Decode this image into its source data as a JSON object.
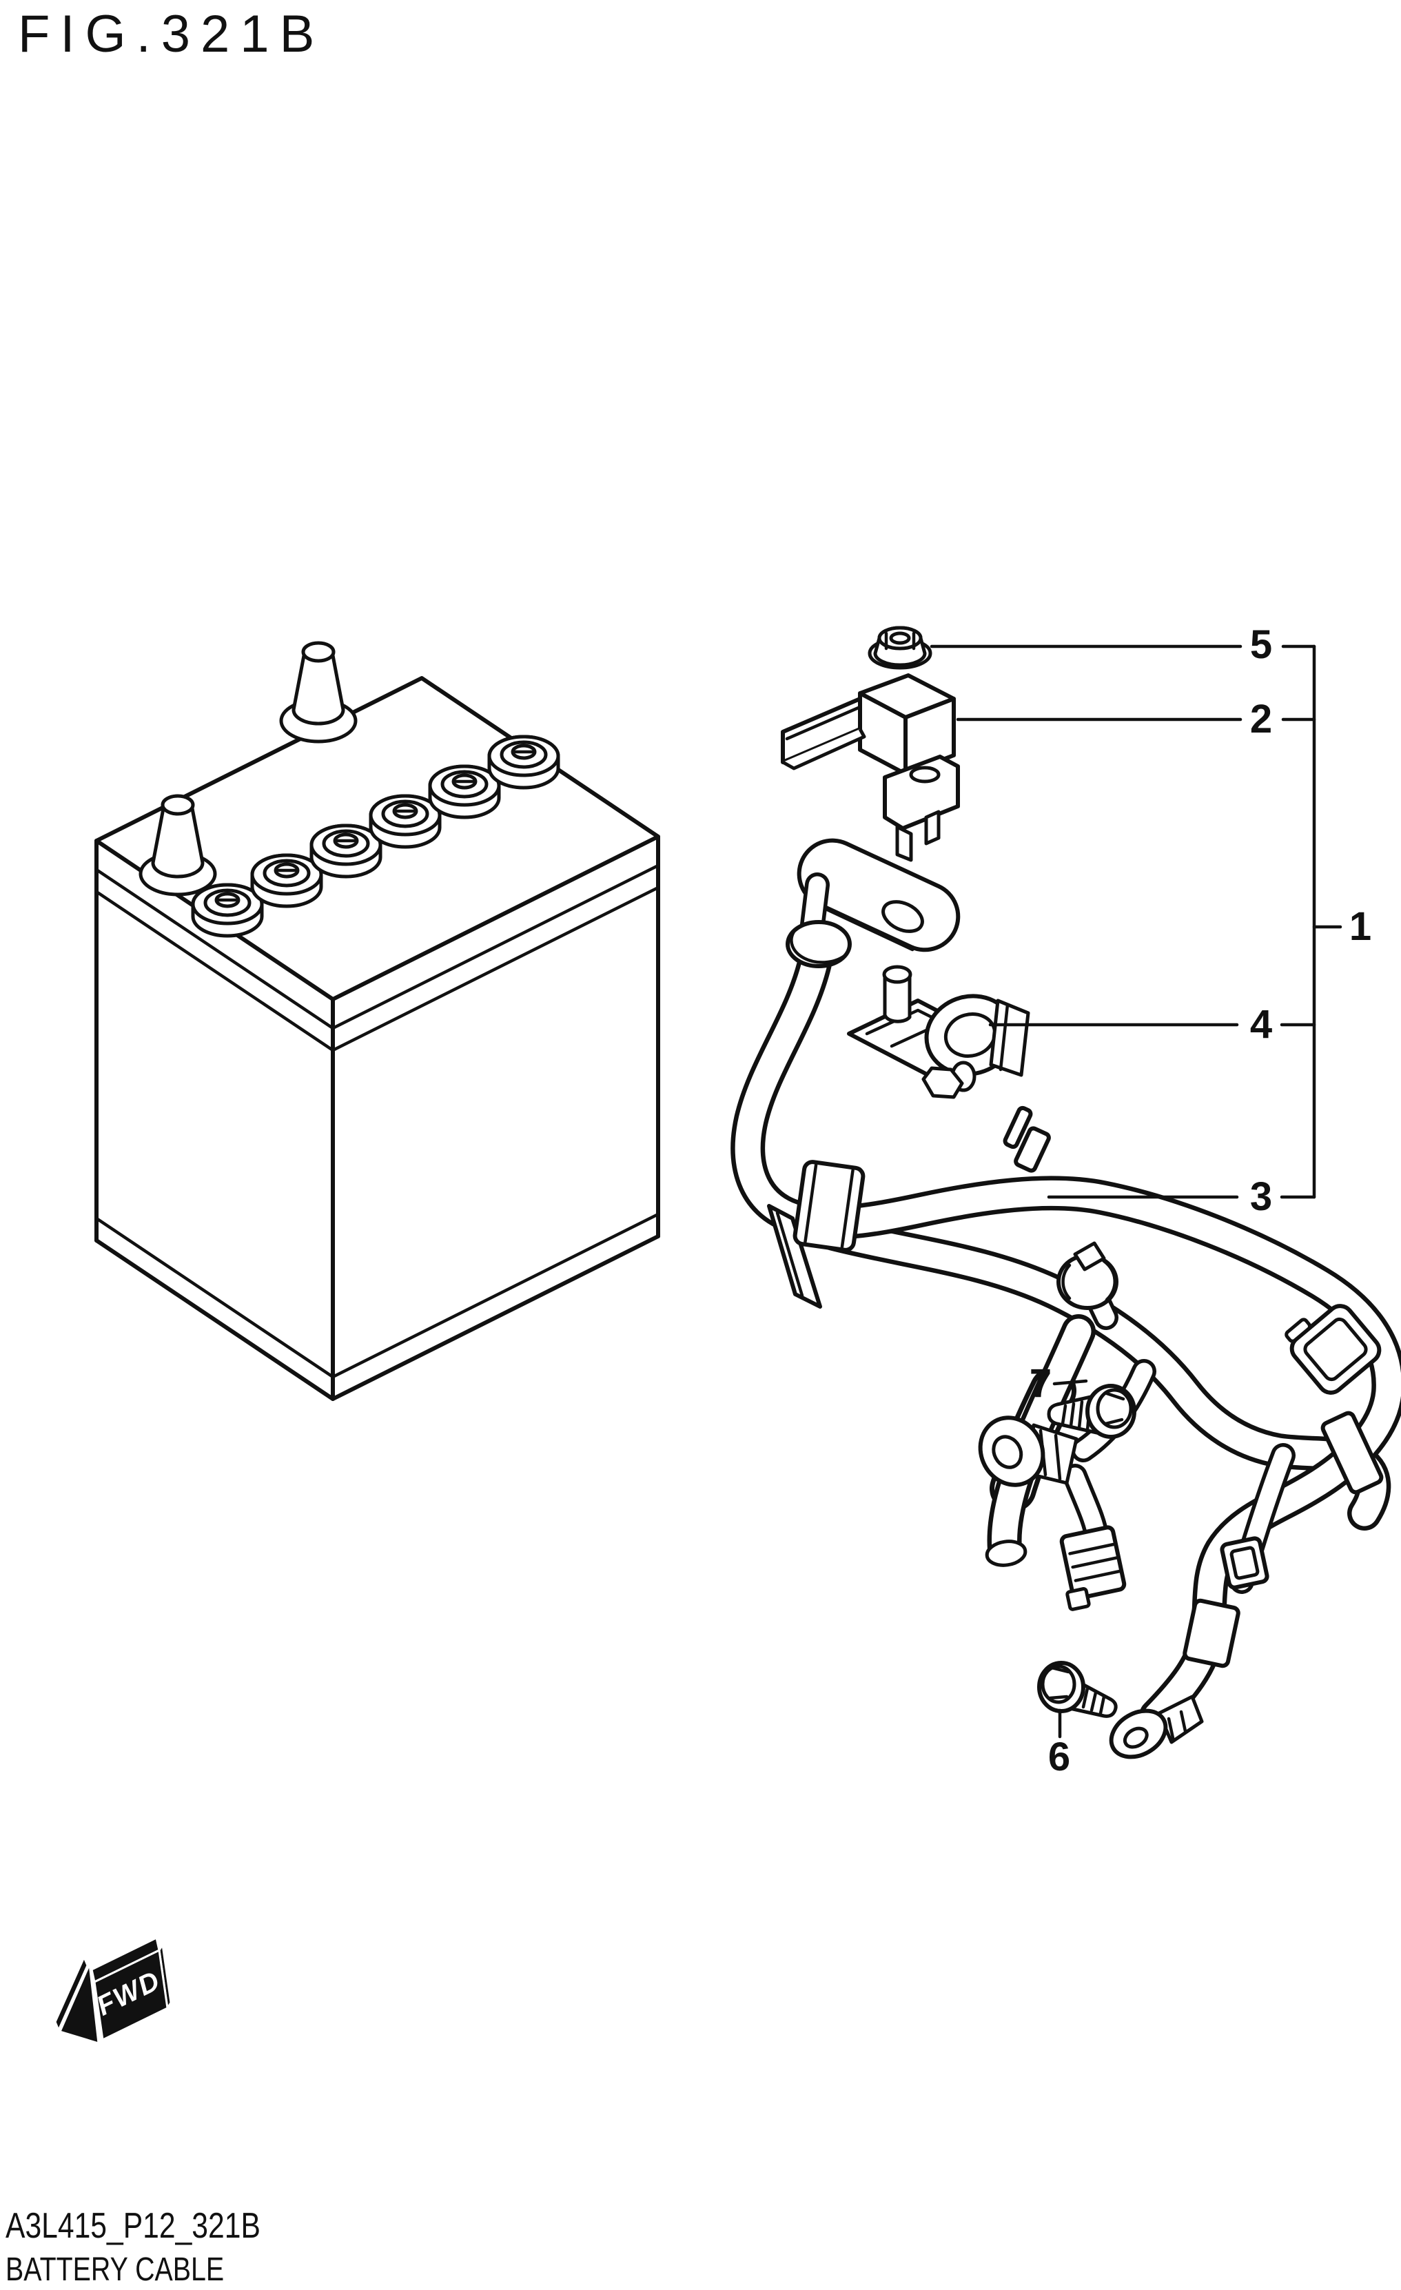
{
  "title": "FIG.321B",
  "drawing": {
    "callouts": {
      "c1": {
        "label": "1"
      },
      "c2": {
        "label": "2"
      },
      "c3": {
        "label": "3"
      },
      "c4": {
        "label": "4"
      },
      "c5": {
        "label": "5"
      },
      "c6": {
        "label": "6"
      },
      "c7": {
        "label": "7"
      }
    },
    "fwd_marker": {
      "label": "FWD"
    }
  },
  "footer": {
    "drawing_code": "A3L415_P12_321B",
    "caption": "BATTERY CABLE"
  }
}
